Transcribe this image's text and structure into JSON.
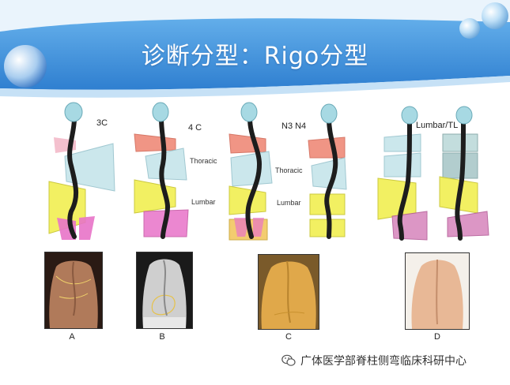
{
  "slide": {
    "title": "诊断分型：Rigo分型"
  },
  "diagram_labels": {
    "type_3c": "3C",
    "type_4c": "4 C",
    "type_n3n4": "N3 N4",
    "type_lumbar_tl": "Lumbar/TL",
    "thoracic_1": "Thoracic",
    "lumbar_1": "Lumbar",
    "thoracic_2": "Thoracic",
    "lumbar_2": "Lumbar"
  },
  "photos": [
    {
      "caption": "A"
    },
    {
      "caption": "B"
    },
    {
      "caption": "C"
    },
    {
      "caption": "D"
    }
  ],
  "watermark": {
    "text": "广体医学部脊柱侧弯临床科研中心",
    "icon": "wechat-icon"
  },
  "colors": {
    "header_blue": "#3d8fd9",
    "thoracic_block": "#c9e6ec",
    "lumbar_block": "#f2f05a",
    "pelvis_block": "#e873c8",
    "rib_block": "#ef8a78",
    "head": "#a7d9e3"
  }
}
